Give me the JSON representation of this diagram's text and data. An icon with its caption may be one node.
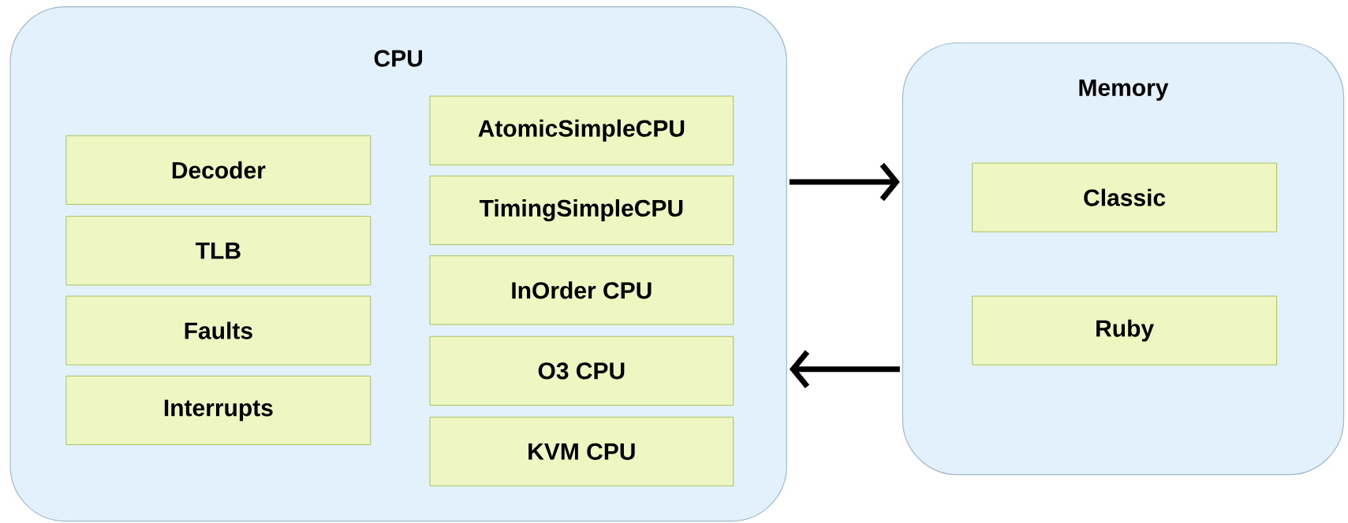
{
  "diagram": {
    "nodes": [
      {
        "text": [
          "CPU"
        ]
      },
      {
        "text": [
          "Decoder"
        ],
        "in": 0
      },
      {
        "text": [
          "TLB"
        ],
        "in": 0
      },
      {
        "text": [
          "Faults"
        ],
        "in": 0
      },
      {
        "text": [
          "Interrupts"
        ],
        "in": 0
      },
      {
        "text": [
          "AtomicSimpleCPU"
        ],
        "in": 0
      },
      {
        "text": [
          "TimingSimpleCPU"
        ],
        "in": 0
      },
      {
        "text": [
          "InOrder CPU"
        ],
        "in": 0
      },
      {
        "text": [
          "O3 CPU"
        ],
        "in": 0
      },
      {
        "text": [
          "KVM CPU"
        ],
        "in": 0
      },
      {
        "text": [
          "Memory"
        ]
      },
      {
        "text": [
          "Classic"
        ],
        "in": 10
      },
      {
        "text": [
          "Ruby"
        ],
        "in": 10
      }
    ],
    "edges": [
      {
        "from": 0,
        "to": 10,
        "arrow": "to"
      },
      {
        "from": 10,
        "to": 0,
        "arrow": "to"
      }
    ]
  }
}
